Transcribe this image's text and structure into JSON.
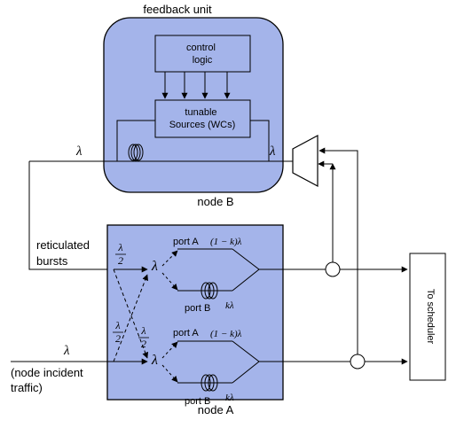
{
  "feedback_unit": {
    "title": "feedback unit",
    "control_logic": [
      "control",
      "logic"
    ],
    "tunable_sources": [
      "tunable",
      "Sources (WCs)"
    ],
    "node_label": "node B"
  },
  "node_a": {
    "label": "node  A",
    "upper_port_a": "port A",
    "upper_port_b": "port B",
    "lower_port_a": "port A",
    "lower_port_b": "port B",
    "upper_coupling_a": "(1 − k)λ",
    "upper_coupling_b": "kλ",
    "lower_coupling_a": "(1 − k)λ",
    "lower_coupling_b": "kλ"
  },
  "inputs": {
    "reticulated": [
      "reticulated",
      "bursts"
    ],
    "incident": [
      "(node incident",
      "traffic)"
    ]
  },
  "symbols": {
    "lambda": "λ",
    "half_num": "λ",
    "half_den": "2"
  },
  "scheduler": {
    "label": "To scheduler"
  },
  "colors": {
    "node_fill": "#a4b4ea",
    "line": "#000000",
    "box_fill": "#a4b4ea"
  }
}
